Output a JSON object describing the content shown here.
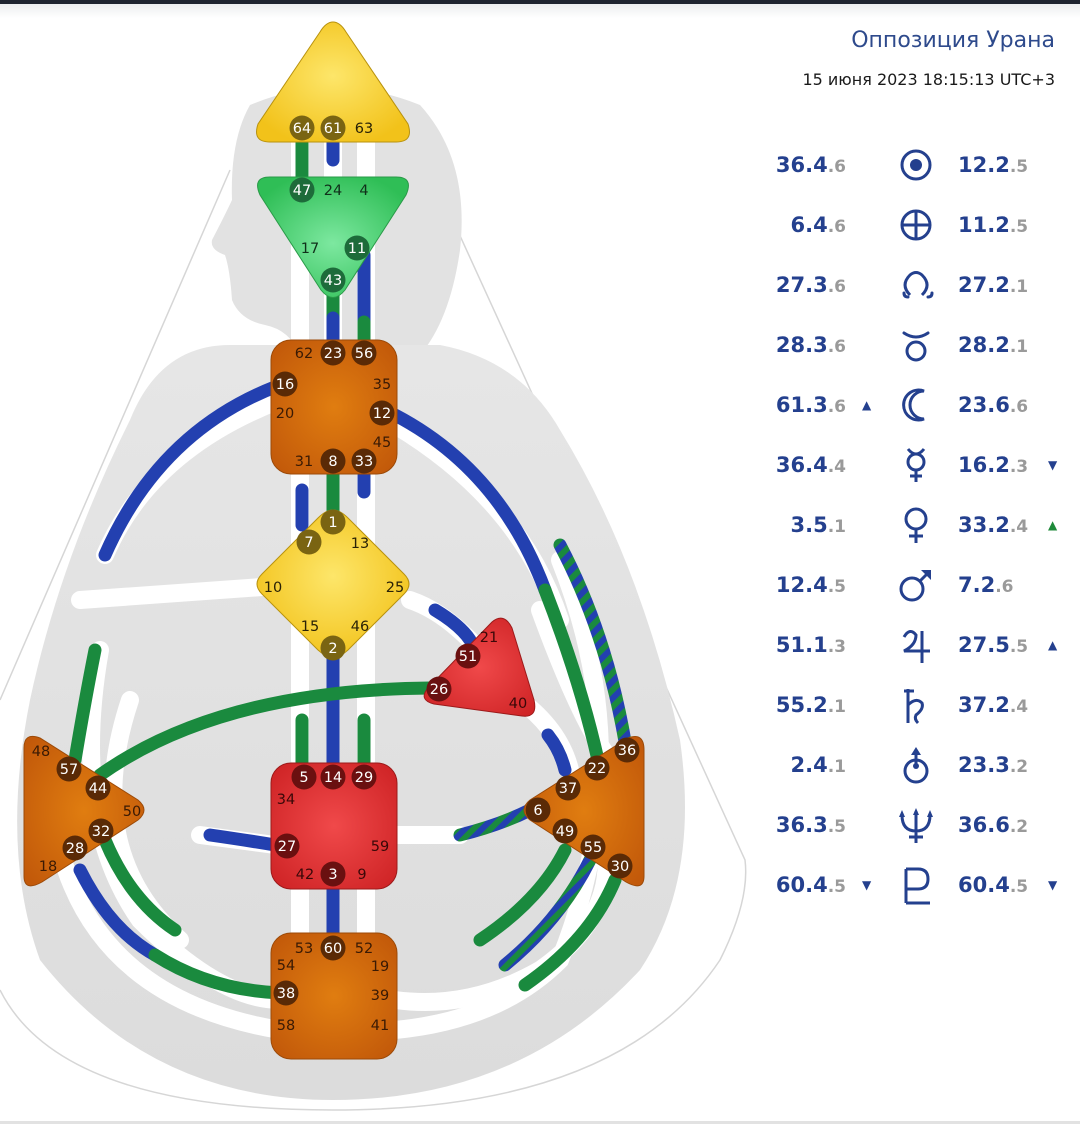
{
  "header": {
    "title": "Оппозиция Урана",
    "datetime": "15 июня 2023 18:15:13 UTC+3"
  },
  "colors": {
    "design": "#1a8a3e",
    "personality": "#2340b0",
    "head": "#f5c518",
    "ajna": "#35c25a",
    "motor": "#d9341f",
    "awareness": "#cc6a0a",
    "g_center": "#f5c518",
    "text_blue": "#24408e",
    "text_gray": "#9a9a9a",
    "arrow_green": "#1f8a3a"
  },
  "planets": [
    {
      "name": "sun",
      "icon": "sun-icon",
      "left": {
        "value": "36.4",
        "sub": ".6",
        "arrow": ""
      },
      "right": {
        "value": "12.2",
        "sub": ".5",
        "arrow": ""
      }
    },
    {
      "name": "earth",
      "icon": "earth-icon",
      "left": {
        "value": "6.4",
        "sub": ".6",
        "arrow": ""
      },
      "right": {
        "value": "11.2",
        "sub": ".5",
        "arrow": ""
      }
    },
    {
      "name": "north-node",
      "icon": "north-node-icon",
      "left": {
        "value": "27.3",
        "sub": ".6",
        "arrow": ""
      },
      "right": {
        "value": "27.2",
        "sub": ".1",
        "arrow": ""
      }
    },
    {
      "name": "south-node",
      "icon": "south-node-icon",
      "left": {
        "value": "28.3",
        "sub": ".6",
        "arrow": ""
      },
      "right": {
        "value": "28.2",
        "sub": ".1",
        "arrow": ""
      }
    },
    {
      "name": "moon",
      "icon": "moon-icon",
      "left": {
        "value": "61.3",
        "sub": ".6",
        "arrow": "▲"
      },
      "right": {
        "value": "23.6",
        "sub": ".6",
        "arrow": ""
      }
    },
    {
      "name": "mercury",
      "icon": "mercury-icon",
      "left": {
        "value": "36.4",
        "sub": ".4",
        "arrow": ""
      },
      "right": {
        "value": "16.2",
        "sub": ".3",
        "arrow": "▼"
      }
    },
    {
      "name": "venus",
      "icon": "venus-icon",
      "left": {
        "value": "3.5",
        "sub": ".1",
        "arrow": ""
      },
      "right": {
        "value": "33.2",
        "sub": ".4",
        "arrow": "▲",
        "arrow_color": "green"
      }
    },
    {
      "name": "mars",
      "icon": "mars-icon",
      "left": {
        "value": "12.4",
        "sub": ".5",
        "arrow": ""
      },
      "right": {
        "value": "7.2",
        "sub": ".6",
        "arrow": ""
      }
    },
    {
      "name": "jupiter",
      "icon": "jupiter-icon",
      "left": {
        "value": "51.1",
        "sub": ".3",
        "arrow": ""
      },
      "right": {
        "value": "27.5",
        "sub": ".5",
        "arrow": "▲"
      }
    },
    {
      "name": "saturn",
      "icon": "saturn-icon",
      "left": {
        "value": "55.2",
        "sub": ".1",
        "arrow": ""
      },
      "right": {
        "value": "37.2",
        "sub": ".4",
        "arrow": ""
      }
    },
    {
      "name": "uranus",
      "icon": "uranus-icon",
      "left": {
        "value": "2.4",
        "sub": ".1",
        "arrow": ""
      },
      "right": {
        "value": "23.3",
        "sub": ".2",
        "arrow": ""
      }
    },
    {
      "name": "neptune",
      "icon": "neptune-icon",
      "left": {
        "value": "36.3",
        "sub": ".5",
        "arrow": ""
      },
      "right": {
        "value": "36.6",
        "sub": ".2",
        "arrow": ""
      }
    },
    {
      "name": "pluto",
      "icon": "pluto-icon",
      "left": {
        "value": "60.4",
        "sub": ".5",
        "arrow": "▼"
      },
      "right": {
        "value": "60.4",
        "sub": ".5",
        "arrow": "▼"
      }
    }
  ],
  "bodygraph": {
    "centers": [
      {
        "id": "head",
        "label": "Head",
        "defined": true,
        "gates": [
          {
            "n": "64",
            "active": true
          },
          {
            "n": "61",
            "active": true
          },
          {
            "n": "63",
            "active": false
          }
        ]
      },
      {
        "id": "ajna",
        "label": "Ajna",
        "defined": true,
        "gates": [
          {
            "n": "47",
            "active": true
          },
          {
            "n": "24",
            "active": false
          },
          {
            "n": "4",
            "active": false
          },
          {
            "n": "17",
            "active": false
          },
          {
            "n": "11",
            "active": true
          },
          {
            "n": "43",
            "active": true
          }
        ]
      },
      {
        "id": "throat",
        "label": "Throat",
        "defined": true,
        "gates": [
          {
            "n": "62",
            "active": false
          },
          {
            "n": "23",
            "active": true
          },
          {
            "n": "56",
            "active": true
          },
          {
            "n": "16",
            "active": true
          },
          {
            "n": "35",
            "active": false
          },
          {
            "n": "20",
            "active": false
          },
          {
            "n": "12",
            "active": true
          },
          {
            "n": "45",
            "active": false
          },
          {
            "n": "31",
            "active": false
          },
          {
            "n": "8",
            "active": true
          },
          {
            "n": "33",
            "active": true
          }
        ]
      },
      {
        "id": "g",
        "label": "G",
        "defined": true,
        "gates": [
          {
            "n": "1",
            "active": true
          },
          {
            "n": "7",
            "active": true
          },
          {
            "n": "13",
            "active": false
          },
          {
            "n": "10",
            "active": false
          },
          {
            "n": "25",
            "active": false
          },
          {
            "n": "15",
            "active": false
          },
          {
            "n": "46",
            "active": false
          },
          {
            "n": "2",
            "active": true
          }
        ]
      },
      {
        "id": "ego",
        "label": "Ego",
        "defined": true,
        "gates": [
          {
            "n": "21",
            "active": false
          },
          {
            "n": "51",
            "active": true
          },
          {
            "n": "26",
            "active": true
          },
          {
            "n": "40",
            "active": false
          }
        ]
      },
      {
        "id": "spleen",
        "label": "Spleen",
        "defined": true,
        "gates": [
          {
            "n": "48",
            "active": false
          },
          {
            "n": "57",
            "active": true
          },
          {
            "n": "44",
            "active": true
          },
          {
            "n": "50",
            "active": false
          },
          {
            "n": "32",
            "active": true
          },
          {
            "n": "28",
            "active": true
          },
          {
            "n": "18",
            "active": false
          }
        ]
      },
      {
        "id": "sacral",
        "label": "Sacral",
        "defined": true,
        "gates": [
          {
            "n": "5",
            "active": true
          },
          {
            "n": "14",
            "active": true
          },
          {
            "n": "29",
            "active": true
          },
          {
            "n": "34",
            "active": false
          },
          {
            "n": "27",
            "active": true
          },
          {
            "n": "59",
            "active": false
          },
          {
            "n": "42",
            "active": false
          },
          {
            "n": "3",
            "active": true
          },
          {
            "n": "9",
            "active": false
          }
        ]
      },
      {
        "id": "solar-plexus",
        "label": "Solar Plexus",
        "defined": true,
        "gates": [
          {
            "n": "36",
            "active": true
          },
          {
            "n": "22",
            "active": true
          },
          {
            "n": "37",
            "active": true
          },
          {
            "n": "6",
            "active": true
          },
          {
            "n": "49",
            "active": true
          },
          {
            "n": "55",
            "active": true
          },
          {
            "n": "30",
            "active": true
          }
        ]
      },
      {
        "id": "root",
        "label": "Root",
        "defined": true,
        "gates": [
          {
            "n": "53",
            "active": false
          },
          {
            "n": "60",
            "active": true
          },
          {
            "n": "52",
            "active": false
          },
          {
            "n": "54",
            "active": false
          },
          {
            "n": "19",
            "active": false
          },
          {
            "n": "38",
            "active": true
          },
          {
            "n": "39",
            "active": false
          },
          {
            "n": "58",
            "active": false
          },
          {
            "n": "41",
            "active": false
          }
        ]
      }
    ]
  }
}
